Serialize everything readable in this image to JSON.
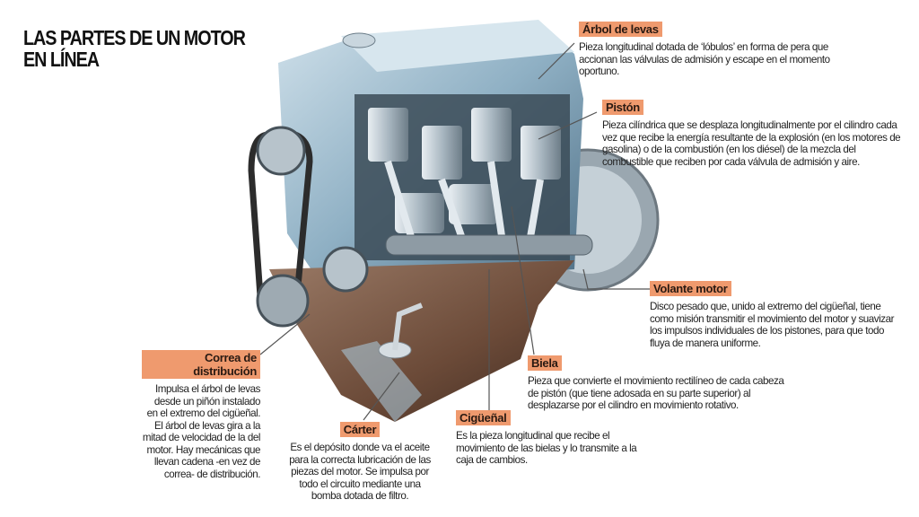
{
  "title": {
    "line1": "LAS PARTES DE UN MOTOR",
    "line2": "EN LÍNEA"
  },
  "accent_color": "#ef9a6e",
  "callouts": {
    "arbol": {
      "label": "Árbol de levas",
      "text": "Pieza longitudinal dotada de ‘lóbulos’ en forma de pera que accionan las válvulas de admisión y escape en el momento oportuno."
    },
    "piston": {
      "label": "Pistón",
      "text": "Pieza cilíndrica que se desplaza longitudinalmente por el cilindro cada vez que recibe la energía resultante de la explosión (en los motores de gasolina) o de la combustión (en los diésel) de la mezcla del combustible que reciben por cada válvula de admisión y aire."
    },
    "volante": {
      "label": "Volante motor",
      "text": "Disco pesado que, unido al extremo del cigüeñal, tiene como misión transmitir el movimiento del motor y suavizar los impulsos individuales de los pistones, para que todo fluya de manera uniforme."
    },
    "biela": {
      "label": "Biela",
      "text": "Pieza que convierte el movimiento rectilíneo de cada cabeza de pistón (que tiene adosada en su parte superior) al desplazarse por el cilindro en movimiento rotativo."
    },
    "ciguenal": {
      "label": "Cigüeñal",
      "text": "Es la pieza longitudinal que recibe el movimiento de las bielas y lo transmite a la caja de cambios."
    },
    "carter": {
      "label": "Cárter",
      "text": "Es el depósito donde va el aceite para la correcta lubricación de las piezas del motor. Se impulsa por todo el circuito mediante una bomba dotada de filtro."
    },
    "correa": {
      "label": "Correa de distribución",
      "text": "Impulsa el árbol de levas desde un piñón instalado en el extremo del cigüeñal. El árbol de levas gira a la mitad de velocidad de la del motor. Hay mecánicas que llevan cadena -en vez de correa- de distribución."
    }
  }
}
